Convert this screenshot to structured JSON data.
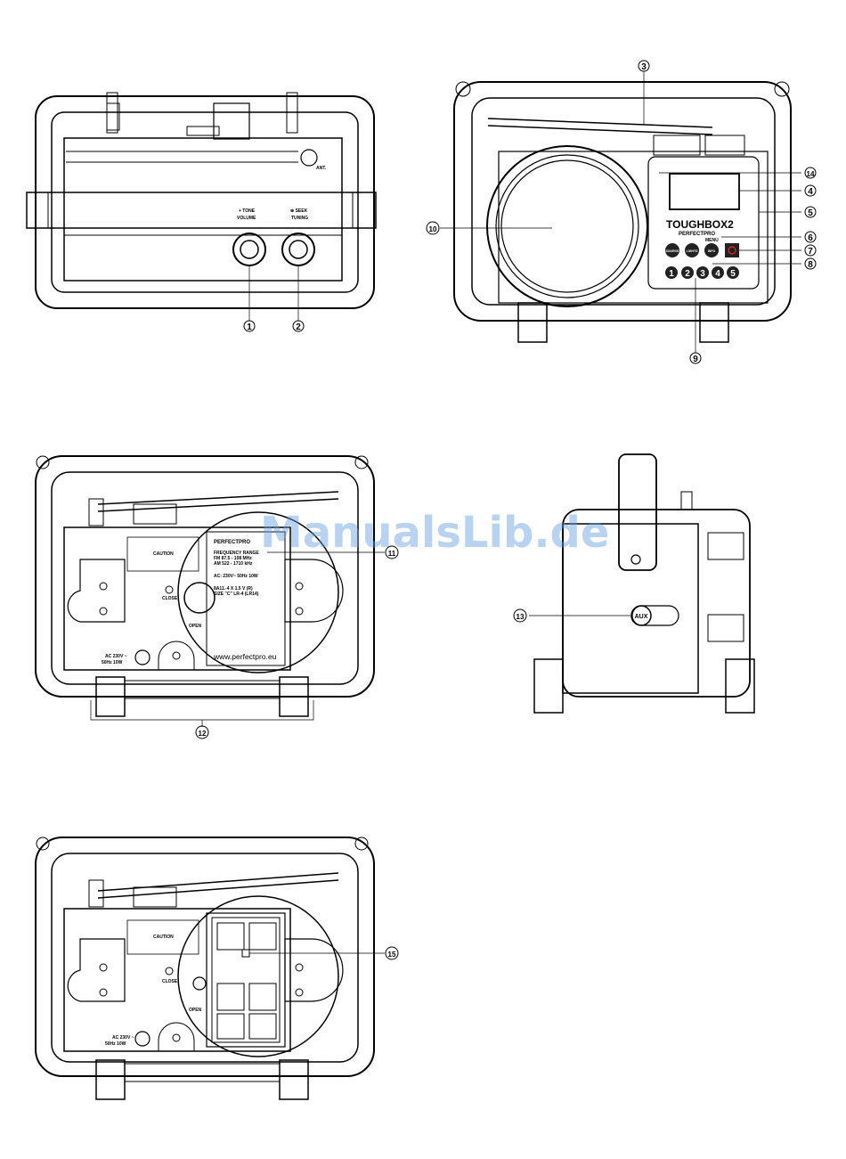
{
  "watermark": "ManualsLib.de",
  "top_radio": {
    "labels": {
      "ant": "ANT.",
      "tone": "+ TONE",
      "volume": "VOLUME",
      "seek": "⊕ SEEK",
      "tuning": "TUNING"
    },
    "callouts": [
      "1",
      "2"
    ]
  },
  "front_radio": {
    "brand": "TOUGHBOX2",
    "sub_brand": "PERFECTPRO",
    "menu": "MENU",
    "buttons": [
      "SOURCE",
      "LIGHTS",
      "INFO"
    ],
    "presets": [
      "1",
      "2",
      "3",
      "4",
      "5"
    ],
    "callouts": [
      "3",
      "14",
      "4",
      "5",
      "10",
      "6",
      "7",
      "8",
      "9"
    ]
  },
  "back_radio": {
    "brand": "PERFECTPRO",
    "freq_title": "FREQUENCY RANGE",
    "freq_fm": "FM  87.5 - 108   MHz",
    "freq_am": "AM  522 - 1710 kHz",
    "power": "AC: 230V~ 50Hz 10W",
    "battery": "8A11.-4 X 1.5 V  (R)",
    "size": "SIZE \"C\" LR-4 (LR14)",
    "url": "www.perfectpro.eu",
    "ac": "AC 230V ~",
    "hz": "50Hz 10W",
    "close": "CLOSE",
    "open": "OPEN",
    "caution": "CAUTION",
    "callouts": [
      "11",
      "12"
    ]
  },
  "side_radio": {
    "aux": "AUX",
    "callouts": [
      "13"
    ]
  },
  "battery_radio": {
    "ac": "AC 230V ~",
    "hz": "50Hz 10W",
    "close": "CLOSE",
    "open": "OPEN",
    "caution": "CAUTION",
    "callouts": [
      "15"
    ]
  }
}
